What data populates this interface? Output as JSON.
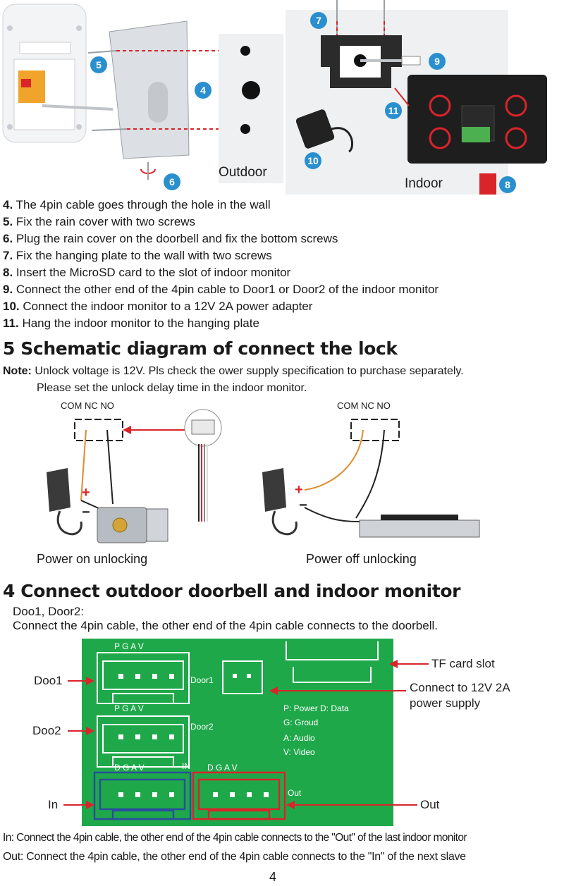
{
  "install": {
    "outdoor_label": "Outdoor",
    "indoor_label": "Indoor",
    "badges": [
      "4",
      "5",
      "6",
      "7",
      "8",
      "9",
      "10",
      "11"
    ],
    "steps": [
      {
        "num": "4.",
        "text": "The 4pin cable goes through the hole in the wall"
      },
      {
        "num": "5.",
        "text": "Fix the rain cover with two screws"
      },
      {
        "num": "6.",
        "text": "Plug the rain cover on the doorbell and fix the bottom screws"
      },
      {
        "num": "7.",
        "text": "Fix the hanging plate to the wall with two screws"
      },
      {
        "num": "8.",
        "text": "Insert the MicroSD card to the slot of indoor monitor"
      },
      {
        "num": "9.",
        "text": "Connect the other end of the 4pin cable to Door1 or Door2 of the indoor monitor"
      },
      {
        "num": "10.",
        "text": "Connect the indoor monitor to a 12V 2A power adapter"
      },
      {
        "num": "11.",
        "text": "Hang the indoor monitor to the hanging plate"
      }
    ]
  },
  "lock_section": {
    "title": "5   Schematic diagram of connect the lock",
    "note_label": "Note:",
    "note_line1": "Unlock voltage is 12V.  Pls check the  ower supply specification to purchase separately.",
    "note_line2": "Please set the unlock delay time in the indoor monitor.",
    "terminal_labels": "COM  NC  NO",
    "plus": "+",
    "minus": "−",
    "caption_left": "Power on unlocking",
    "caption_right": "Power off unlocking"
  },
  "connect_section": {
    "title": "4  Connect outdoor doorbell and indoor monitor",
    "sub1": "Doo1, Door2:",
    "sub2": "Connect the 4pin cable, the other end of the 4pin cable connects to the doorbell.",
    "pins_pgav": "P   G   A   V",
    "pins_dgav": "D   G   A   V",
    "in_tag": "IN",
    "door1_tag": "Door1",
    "door2_tag": "Door2",
    "out_tag": "Out",
    "legend": [
      "P:  Power    D: Data",
      "G: Groud",
      "A:  Audio",
      "V:  Video"
    ],
    "left_labels": {
      "doo1": "Doo1",
      "doo2": "Doo2",
      "in": "In"
    },
    "right_labels": {
      "tf": "TF card slot",
      "power1": "Connect to 12V 2A",
      "power2": "power supply",
      "out": "Out"
    },
    "footer1": "In: Connect the 4pin cable, the other end of the 4pin cable connects to the \"Out\" of the last indoor monitor",
    "footer2": "Out:  Connect the 4pin cable, the other end of the 4pin cable connects to the \"In\" of the next slave"
  },
  "page_number": "4",
  "colors": {
    "badge": "#2a8fce",
    "pcb": "#1fa84a",
    "arrow": "#d9242a",
    "in_box": "#2a4f9c",
    "out_box": "#d9242a"
  }
}
